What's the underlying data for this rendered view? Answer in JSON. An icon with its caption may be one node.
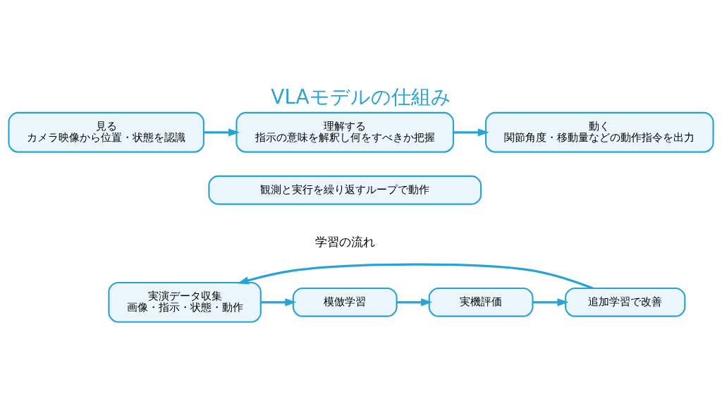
{
  "diagram": {
    "title": "VLAモデルの仕組み",
    "nodes": [
      {
        "text": [
          "見る",
          "カメラ映像から位置・状態を認識"
        ]
      },
      {
        "text": [
          "理解する",
          "指示の意味を解釈し何をすべきか把握"
        ]
      },
      {
        "text": [
          "動く",
          "関節角度・移動量などの動作指令を出力"
        ]
      },
      {
        "text": [
          "観測と実行を繰り返すループで動作"
        ]
      },
      {
        "text": [
          "実演データ収集",
          "画像・指示・状態・動作"
        ]
      },
      {
        "text": [
          "模倣学習"
        ]
      },
      {
        "text": [
          "実機評価"
        ]
      },
      {
        "text": [
          "追加学習で改善"
        ]
      }
    ],
    "edges": [
      {
        "from": 0,
        "to": 1,
        "arrow": "to"
      },
      {
        "from": 1,
        "to": 2,
        "arrow": "to"
      },
      {
        "from": 4,
        "to": 5,
        "arrow": "to"
      },
      {
        "from": 5,
        "to": 6,
        "arrow": "to"
      },
      {
        "from": 6,
        "to": 7,
        "arrow": "to"
      },
      {
        "from": 7,
        "to": 4,
        "arrow": "to"
      }
    ],
    "labels": [
      "学習の流れ"
    ]
  }
}
